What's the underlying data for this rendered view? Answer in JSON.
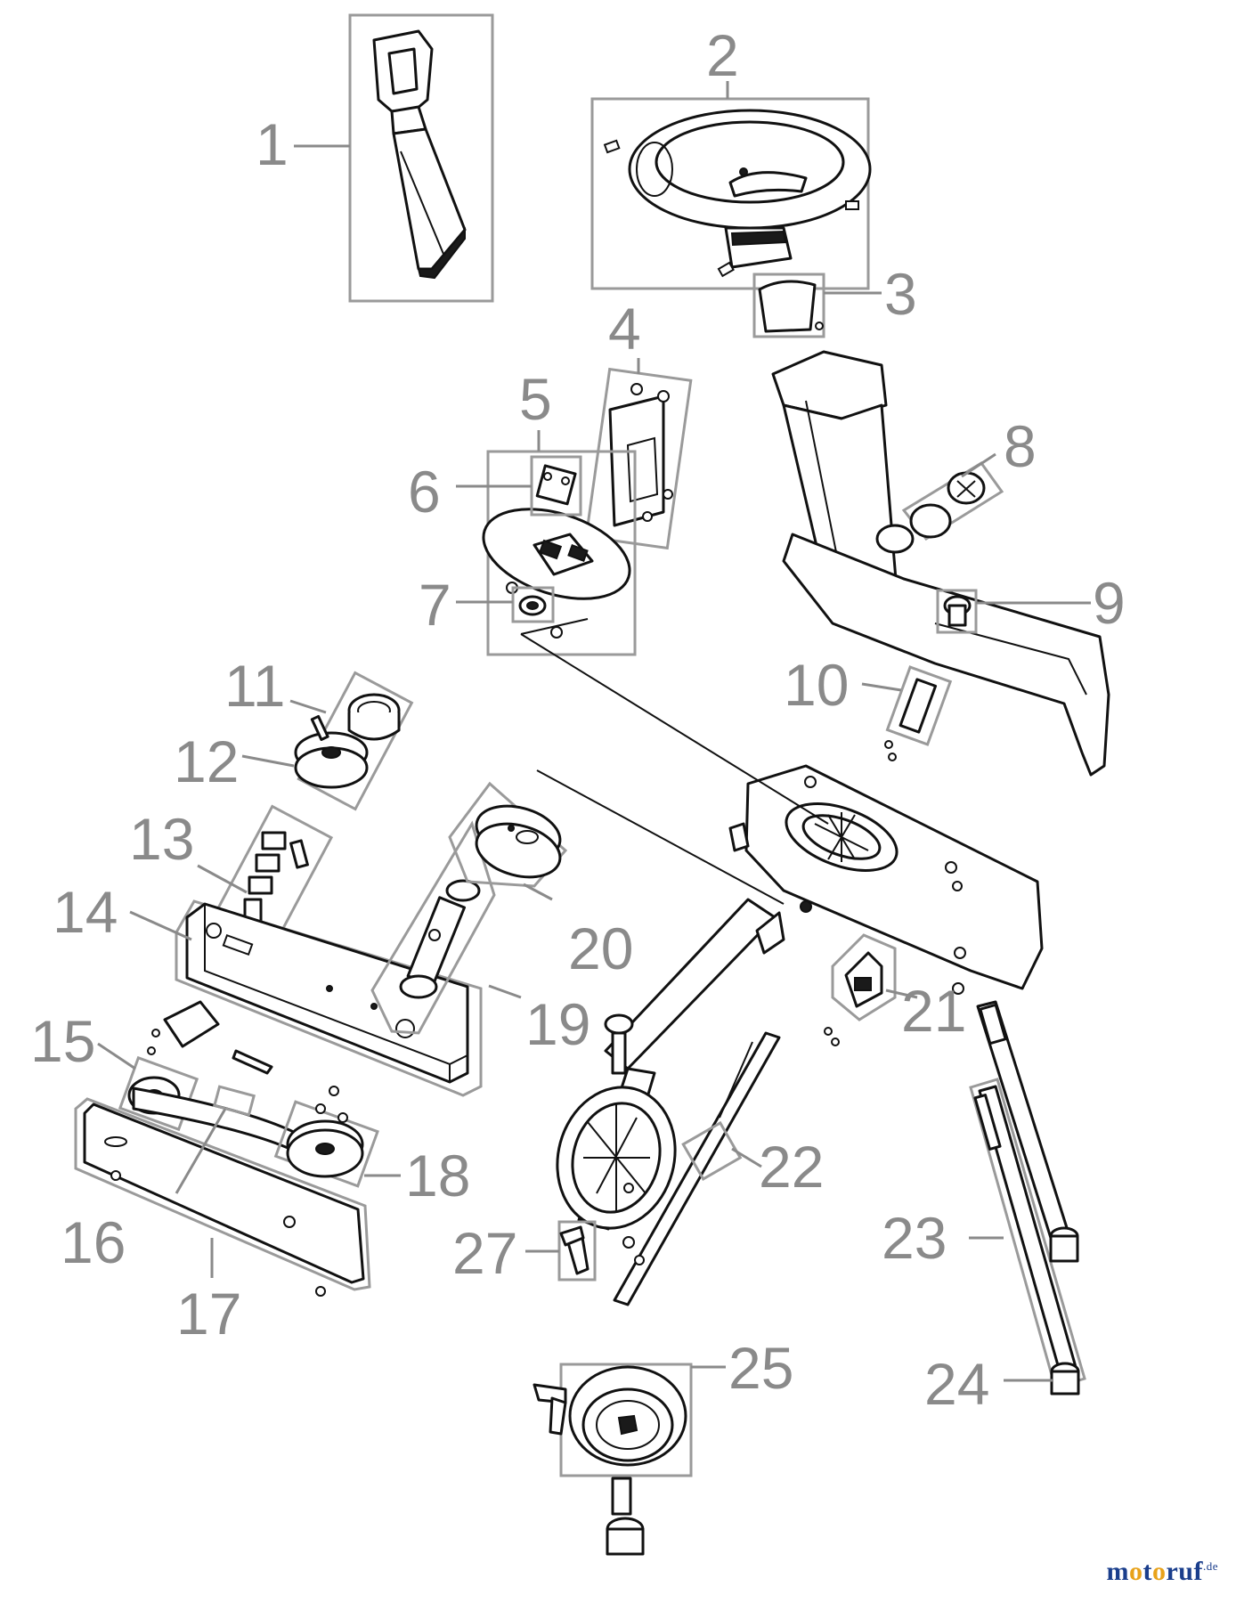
{
  "diagram": {
    "callouts": [
      "1",
      "2",
      "3",
      "4",
      "5",
      "6",
      "7",
      "8",
      "9",
      "10",
      "11",
      "12",
      "13",
      "14",
      "15",
      "16",
      "17",
      "18",
      "19",
      "20",
      "21",
      "22",
      "23",
      "24",
      "25",
      "27"
    ]
  },
  "watermark": {
    "parts": [
      "m",
      "o",
      "t",
      "o",
      "r",
      "u",
      "f"
    ],
    "tld": ".de",
    "colors": [
      "#1a3e8c",
      "#e8a21a",
      "#1a3e8c",
      "#e8a21a",
      "#1a3e8c",
      "#1a3e8c",
      "#1a3e8c"
    ],
    "tld_color": "#1a3e8c"
  },
  "colors": {
    "callout": "#8a8a8a",
    "line_art": "#111111",
    "group_box": "#9a9a9a",
    "background": "#ffffff"
  }
}
